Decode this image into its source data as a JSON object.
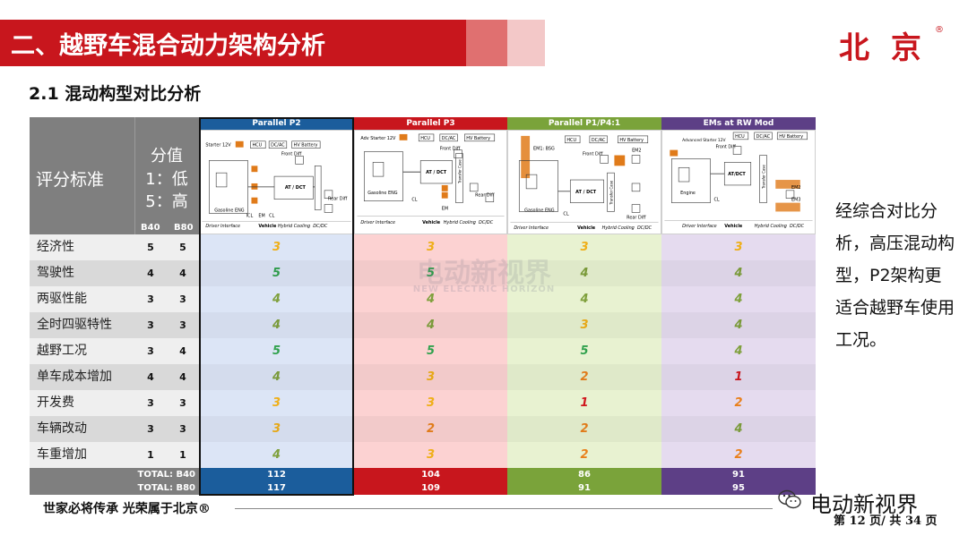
{
  "header": {
    "title": "二、越野车混合动力架构分析",
    "logo": "北 京",
    "logo_mark": "®"
  },
  "subtitle": "2.1 混动构型对比分析",
  "table": {
    "criteria_header": "评分标准",
    "score_header": [
      "分值",
      "1：低",
      "5：高"
    ],
    "b40_label": "B40",
    "b80_label": "B80",
    "columns": [
      {
        "title": "Parallel P2",
        "color": "#1b5d9c",
        "tint": "#d4dced"
      },
      {
        "title": "Parallel P3",
        "color": "#c8161d",
        "tint": "#f2caca"
      },
      {
        "title": "Parallel P1/P4:1",
        "color": "#7aa33a",
        "tint": "#dfe9c9"
      },
      {
        "title": "EMs at RW Mod",
        "color": "#5d3f86",
        "tint": "#dcd3e6"
      }
    ],
    "rows": [
      {
        "name": "经济性",
        "b40": "5",
        "b80": "5",
        "scores": [
          "3",
          "3",
          "3",
          "3"
        ]
      },
      {
        "name": "驾驶性",
        "b40": "4",
        "b80": "4",
        "scores": [
          "5",
          "5",
          "4",
          "4"
        ]
      },
      {
        "name": "两驱性能",
        "b40": "3",
        "b80": "3",
        "scores": [
          "4",
          "4",
          "4",
          "4"
        ]
      },
      {
        "name": "全时四驱特性",
        "b40": "3",
        "b80": "3",
        "scores": [
          "4",
          "4",
          "3",
          "4"
        ]
      },
      {
        "name": "越野工况",
        "b40": "3",
        "b80": "4",
        "scores": [
          "5",
          "5",
          "5",
          "4"
        ]
      },
      {
        "name": "单车成本增加",
        "b40": "4",
        "b80": "4",
        "scores": [
          "4",
          "3",
          "2",
          "1"
        ]
      },
      {
        "name": "开发费",
        "b40": "3",
        "b80": "3",
        "scores": [
          "3",
          "3",
          "1",
          "2"
        ]
      },
      {
        "name": "车辆改动",
        "b40": "3",
        "b80": "3",
        "scores": [
          "3",
          "2",
          "2",
          "4"
        ]
      },
      {
        "name": "车重增加",
        "b40": "1",
        "b80": "1",
        "scores": [
          "4",
          "3",
          "2",
          "2"
        ]
      }
    ],
    "totals": [
      {
        "label": "TOTAL: B40",
        "values": [
          "112",
          "104",
          "86",
          "91"
        ]
      },
      {
        "label": "TOTAL: B80",
        "values": [
          "117",
          "109",
          "91",
          "95"
        ]
      }
    ],
    "score_colors": {
      "5": "#2e9b4a",
      "4": "#7a9a3a",
      "3": "#e6a817",
      "2": "#e07b1a",
      "1": "#c8161d"
    }
  },
  "diagram_labels": {
    "p2": [
      "Starter 12V",
      "HCU",
      "DC/AC",
      "HV Battery",
      "Front Diff",
      "AT / DCT",
      "Rear Diff",
      "Gasoline ENG",
      "ICL",
      "EM",
      "CL",
      "Driver Interface",
      "Vehicle",
      "Hybrid Cooling",
      "DC/DC"
    ],
    "p3": [
      "Adv Starter 12V",
      "HCU",
      "DC/AC",
      "HV Battery",
      "Front Diff",
      "AT / DCT",
      "Transfer Case",
      "Rear Diff",
      "Gasoline ENG",
      "CL",
      "EM",
      "Driver Interface",
      "Vehicle",
      "Hybrid Cooling",
      "DC/DC"
    ],
    "p14": [
      "EM1: BSG",
      "HCU",
      "DC/AC",
      "HV Battery",
      "Front Diff",
      "EM2",
      "AT / DCT",
      "Transfer Case",
      "Rear Diff",
      "Gasoline ENG",
      "CL",
      "Driver Interface",
      "Vehicle",
      "Hybrid Cooling",
      "DC/DC"
    ],
    "rw": [
      "Advanced Starter 12V",
      "HCU",
      "DC/AC",
      "HV Battery",
      "Front Diff",
      "AT/DCT",
      "Transfer Case",
      "EM2",
      "EM3",
      "Engine",
      "CL",
      "Driver Interface",
      "Vehicle",
      "Hybrid Cooling",
      "DC/DC"
    ]
  },
  "watermark": {
    "cn": "电动新视界",
    "en": "NEW ELECTRIC HORIZON"
  },
  "summary": "经综合对比分析，高压混动构型，P2架构更适合越野车使用工况。",
  "footer": {
    "slogan": "世家必将传承 光荣属于北京®",
    "wechat_name": "电动新视界",
    "page": "第 12 页/ 共 34 页"
  }
}
